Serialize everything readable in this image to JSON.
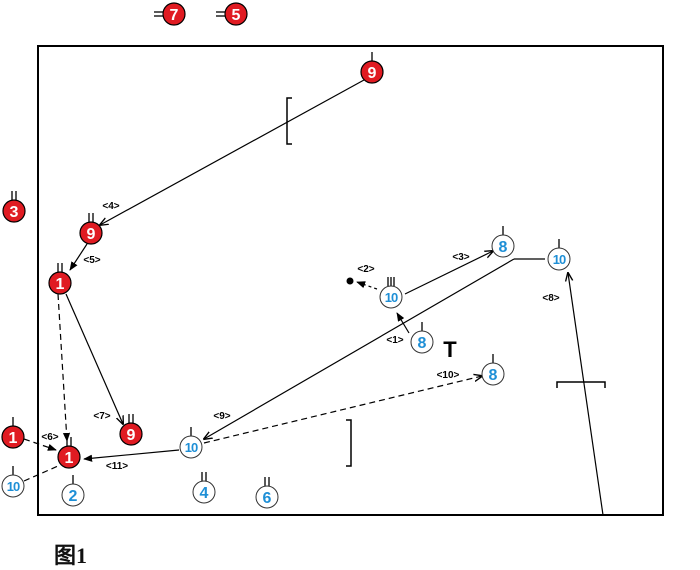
{
  "caption": "图1",
  "colors": {
    "red": "#e01b22",
    "blue": "#1e8fd6",
    "line": "#000000"
  },
  "players": [
    {
      "id": "r7-top",
      "team": "red",
      "num": "7"
    },
    {
      "id": "r5-top",
      "team": "red",
      "num": "5"
    },
    {
      "id": "r9-top",
      "team": "red",
      "num": "9"
    },
    {
      "id": "r3-left",
      "team": "red",
      "num": "3"
    },
    {
      "id": "r9-mid",
      "team": "red",
      "num": "9"
    },
    {
      "id": "r1-mid",
      "team": "red",
      "num": "1"
    },
    {
      "id": "r9-low",
      "team": "red",
      "num": "9"
    },
    {
      "id": "r1-left",
      "team": "red",
      "num": "1"
    },
    {
      "id": "r1-low",
      "team": "red",
      "num": "1"
    },
    {
      "id": "b10-left",
      "team": "blue",
      "num": "10"
    },
    {
      "id": "b2",
      "team": "blue",
      "num": "2"
    },
    {
      "id": "b4",
      "team": "blue",
      "num": "4"
    },
    {
      "id": "b6",
      "team": "blue",
      "num": "6"
    },
    {
      "id": "b10-low",
      "team": "blue",
      "num": "10"
    },
    {
      "id": "b10-mid",
      "team": "blue",
      "num": "10"
    },
    {
      "id": "b8-mid",
      "team": "blue",
      "num": "8"
    },
    {
      "id": "b8-top",
      "team": "blue",
      "num": "8"
    },
    {
      "id": "b10-right",
      "team": "blue",
      "num": "10"
    },
    {
      "id": "b8-right",
      "team": "blue",
      "num": "8"
    }
  ],
  "steps": [
    {
      "id": "s1",
      "label": "<1>"
    },
    {
      "id": "s2",
      "label": "<2>"
    },
    {
      "id": "s3",
      "label": "<3>"
    },
    {
      "id": "s4",
      "label": "<4>"
    },
    {
      "id": "s5",
      "label": "<5>"
    },
    {
      "id": "s6",
      "label": "<6>"
    },
    {
      "id": "s7",
      "label": "<7>"
    },
    {
      "id": "s8",
      "label": "<8>"
    },
    {
      "id": "s9",
      "label": "<9>"
    },
    {
      "id": "s10",
      "label": "<10>"
    },
    {
      "id": "s11",
      "label": "<11>"
    }
  ],
  "symbols": {
    "t_mark": "T"
  }
}
